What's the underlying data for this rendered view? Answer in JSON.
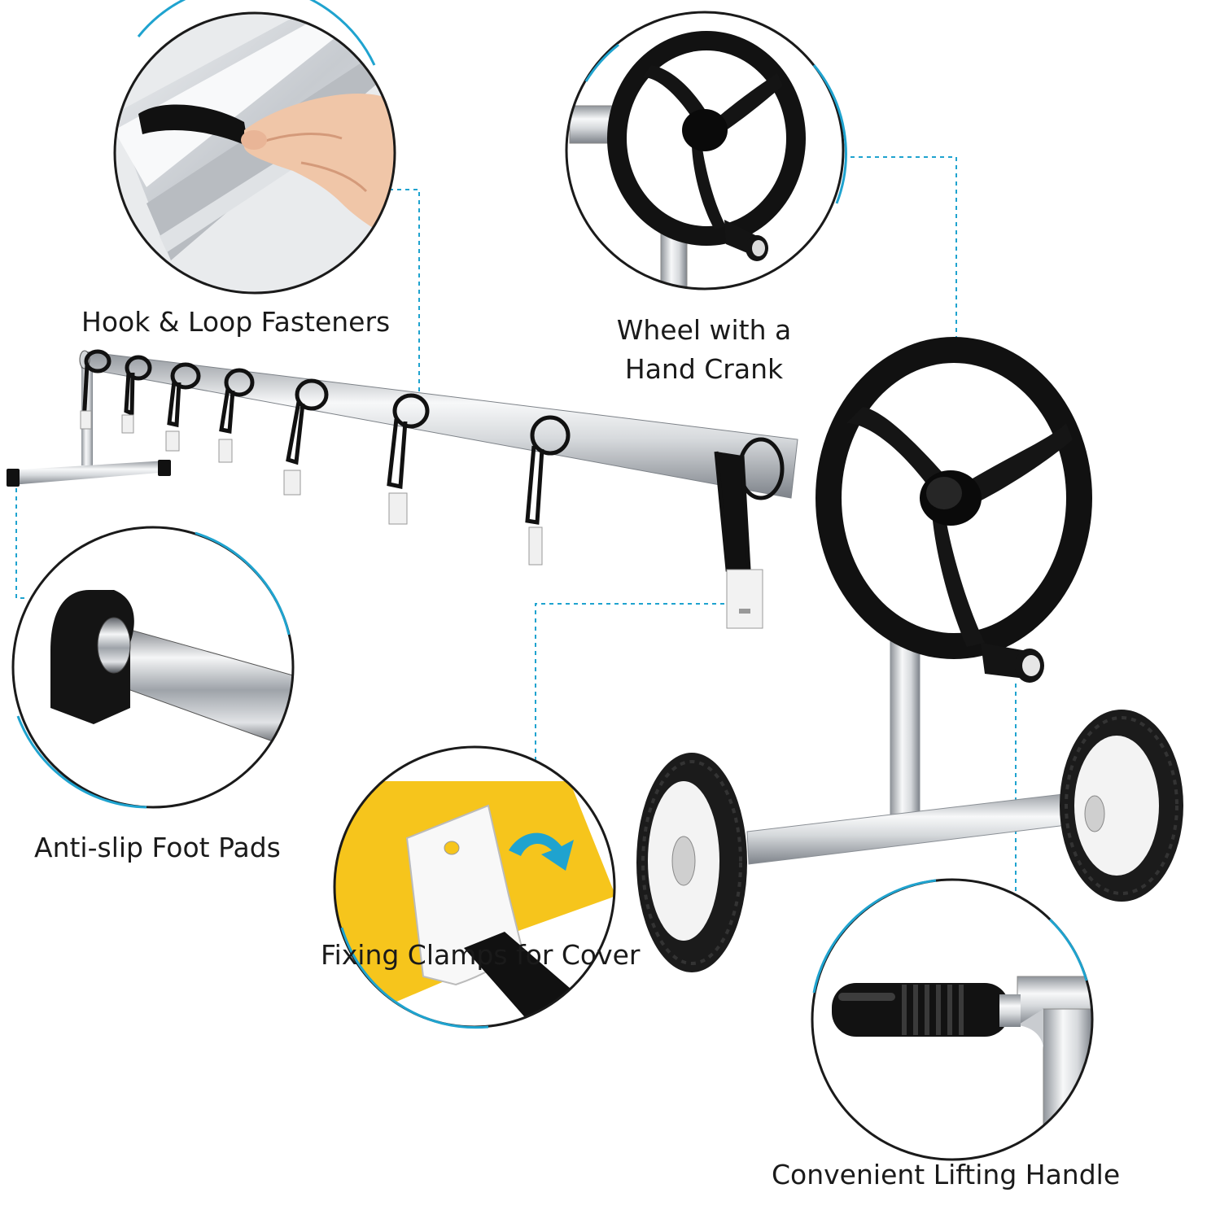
{
  "labels": {
    "hook_loop": "Hook & Loop Fasteners",
    "wheel_line1": "Wheel with a",
    "wheel_line2": "Hand Crank",
    "anti_slip": "Anti-slip Foot Pads",
    "fixing_clamps": "Fixing Clamps for Cover",
    "lifting_handle": "Convenient Lifting Handle"
  },
  "colors": {
    "accent_blue": "#1fa3cf",
    "cover_yellow": "#f6c51c",
    "tube_silver": "#c9ccd0",
    "wheel_black": "#151515",
    "hub_white": "#f2f2f2"
  },
  "icons": [
    "hook-loop-strap",
    "hand-crank-wheel",
    "foot-pad",
    "cover-clamp",
    "lifting-handle-grip",
    "wheel"
  ]
}
